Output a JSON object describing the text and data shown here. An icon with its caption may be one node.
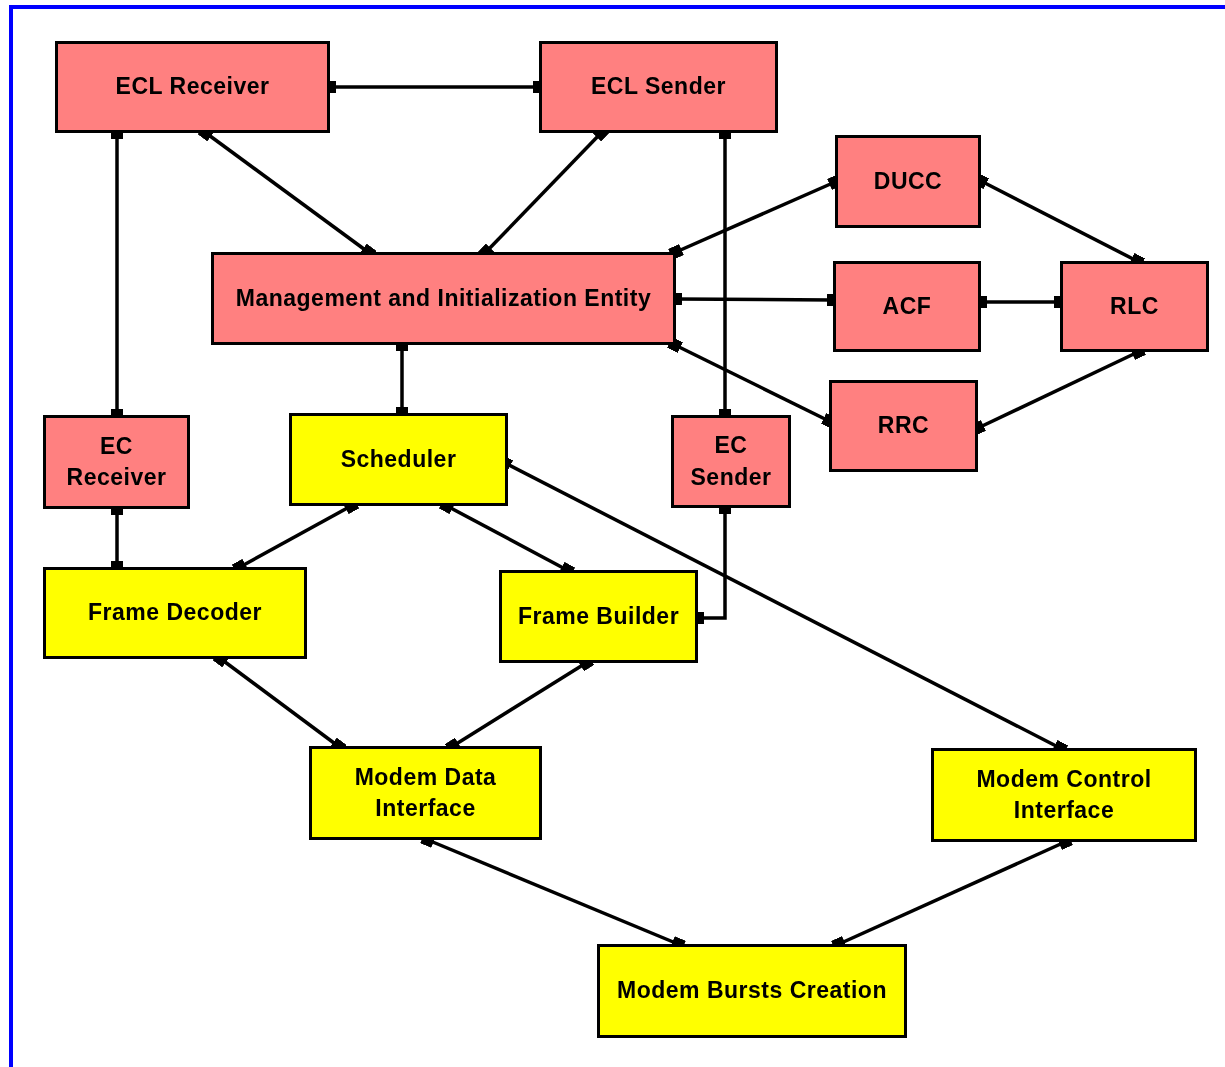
{
  "diagram": {
    "nodes": [
      {
        "text": [
          "ECL Receiver"
        ]
      },
      {
        "text": [
          "ECL Sender"
        ]
      },
      {
        "text": [
          "DUCC"
        ]
      },
      {
        "text": [
          "Management and Initialization Entity"
        ]
      },
      {
        "text": [
          "ACF"
        ]
      },
      {
        "text": [
          "RLC"
        ]
      },
      {
        "text": [
          "EC Receiver"
        ]
      },
      {
        "text": [
          "Scheduler"
        ]
      },
      {
        "text": [
          "EC Sender"
        ]
      },
      {
        "text": [
          "RRC"
        ]
      },
      {
        "text": [
          "Frame Decoder"
        ]
      },
      {
        "text": [
          "Frame Builder"
        ]
      },
      {
        "text": [
          "Modem Data Interface"
        ]
      },
      {
        "text": [
          "Modem Control Interface"
        ]
      },
      {
        "text": [
          "Modem Bursts Creation"
        ]
      }
    ],
    "edges": [
      {
        "from": 0,
        "to": 1,
        "arrow": "other"
      },
      {
        "from": 0,
        "to": 6,
        "arrow": "other"
      },
      {
        "from": 0,
        "to": 3,
        "arrow": "other"
      },
      {
        "from": 1,
        "to": 3,
        "arrow": "other"
      },
      {
        "from": 1,
        "to": 8,
        "arrow": "other"
      },
      {
        "from": 3,
        "to": 2,
        "arrow": "other"
      },
      {
        "from": 3,
        "to": 4,
        "arrow": "other"
      },
      {
        "from": 3,
        "to": 9,
        "arrow": "other"
      },
      {
        "from": 2,
        "to": 5,
        "arrow": "other"
      },
      {
        "from": 4,
        "to": 5,
        "arrow": "other"
      },
      {
        "from": 9,
        "to": 5,
        "arrow": "other"
      },
      {
        "from": 3,
        "to": 7,
        "arrow": "other"
      },
      {
        "from": 6,
        "to": 10,
        "arrow": "other"
      },
      {
        "from": 7,
        "to": 10,
        "arrow": "other"
      },
      {
        "from": 7,
        "to": 11,
        "arrow": "other"
      },
      {
        "from": 7,
        "to": 13,
        "arrow": "other"
      },
      {
        "from": 8,
        "to": 11,
        "arrow": "other"
      },
      {
        "from": 10,
        "to": 12,
        "arrow": "other"
      },
      {
        "from": 11,
        "to": 12,
        "arrow": "other"
      },
      {
        "from": 12,
        "to": 14,
        "arrow": "other"
      },
      {
        "from": 13,
        "to": 14,
        "arrow": "other"
      }
    ]
  }
}
